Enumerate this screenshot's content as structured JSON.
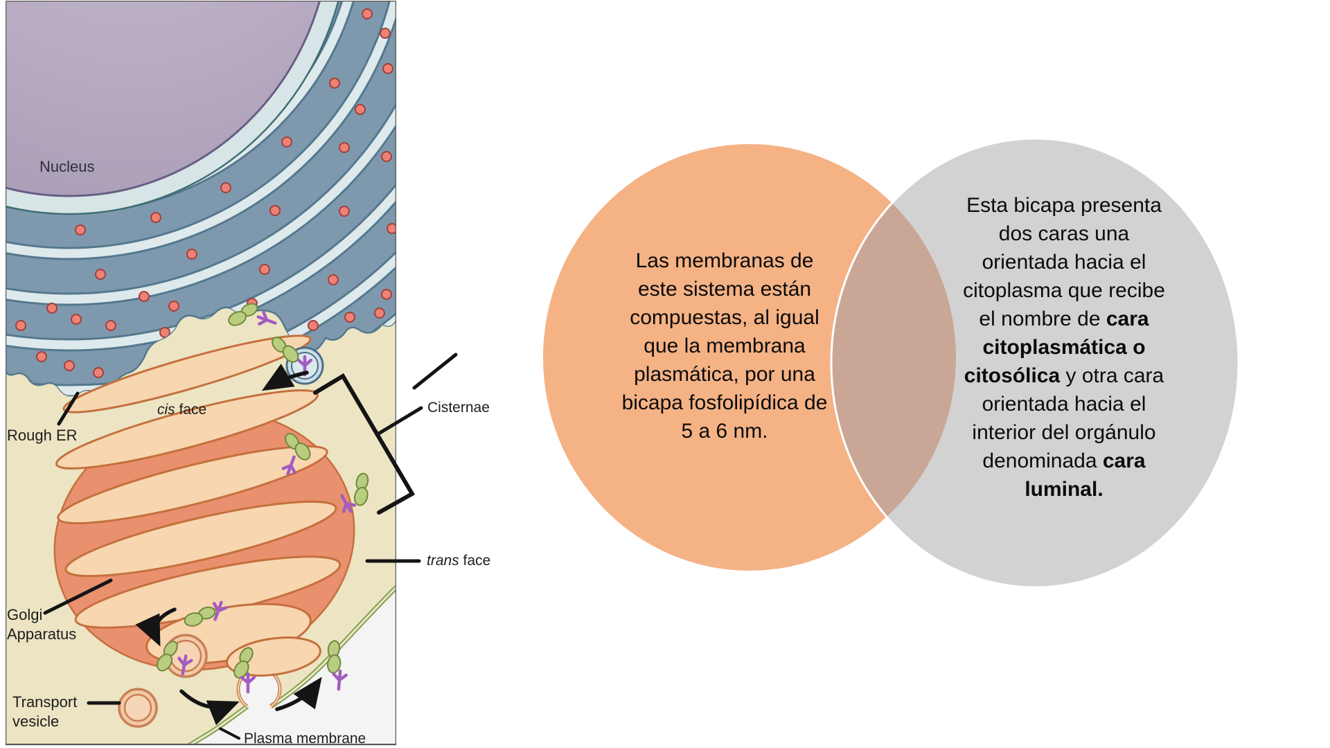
{
  "slide": {
    "background": "#ffffff"
  },
  "diagram": {
    "labels": {
      "nucleus": "Nucleus",
      "rough_er": "Rough ER",
      "cis_italic": "cis",
      "cis_rest": " face",
      "cisternae": "Cisternae",
      "trans_italic": "trans",
      "trans_rest": " face",
      "golgi_line1": "Golgi",
      "golgi_line2": "Apparatus",
      "transport_line1": "Transport",
      "transport_line2": "vesicle",
      "plasma_membrane": "Plasma membrane"
    },
    "colors": {
      "background": "#ece4c3",
      "er_dark": "#7e99ae",
      "er_band": "#dee9ec",
      "er_band_edge": "#54788e",
      "nucleus_fill": "#b7aac2",
      "nucleus_edge": "#675e85",
      "envelope_fill": "#d8e5e7",
      "envelope_edge": "#3e6e72",
      "ribosome": "#ee8176",
      "ribosome_edge": "#a03f3b",
      "golgi_light": "#f7d6b0",
      "golgi_salmon": "#e9906f",
      "golgi_outline": "#c4703d",
      "membrane_green": "#8ea257",
      "membrane_light": "#eef1d4",
      "exterior": "#f4f4f4",
      "label_text": "#1d1d1d"
    }
  },
  "venn": {
    "left": {
      "fill": "#f4b285",
      "lines": [
        [
          {
            "t": "Las membranas de",
            "b": false
          }
        ],
        [
          {
            "t": "este sistema están",
            "b": false
          }
        ],
        [
          {
            "t": "compuestas, al igual",
            "b": false
          }
        ],
        [
          {
            "t": "que la membrana",
            "b": false
          }
        ],
        [
          {
            "t": "plasmática, por una",
            "b": false
          }
        ],
        [
          {
            "t": "bicapa fosfolipídica de",
            "b": false
          }
        ],
        [
          {
            "t": "5 a 6 nm.",
            "b": false
          }
        ]
      ]
    },
    "right": {
      "fill": "#d2d2d2",
      "lines": [
        [
          {
            "t": "Esta bicapa presenta",
            "b": false
          }
        ],
        [
          {
            "t": "dos caras una",
            "b": false
          }
        ],
        [
          {
            "t": "orientada hacia el",
            "b": false
          }
        ],
        [
          {
            "t": "citoplasma que recibe",
            "b": false
          }
        ],
        [
          {
            "t": "el nombre de ",
            "b": false
          },
          {
            "t": "cara",
            "b": true
          }
        ],
        [
          {
            "t": "citoplasmática o",
            "b": true
          }
        ],
        [
          {
            "t": "citosólica",
            "b": true
          },
          {
            "t": " y otra cara",
            "b": false
          }
        ],
        [
          {
            "t": "orientada hacia el",
            "b": false
          }
        ],
        [
          {
            "t": "interior del orgánulo",
            "b": false
          }
        ],
        [
          {
            "t": "denominada ",
            "b": false
          },
          {
            "t": "cara",
            "b": true
          }
        ],
        [
          {
            "t": "luminal.",
            "b": true
          }
        ]
      ]
    },
    "overlap_fill": "#c9a695"
  }
}
